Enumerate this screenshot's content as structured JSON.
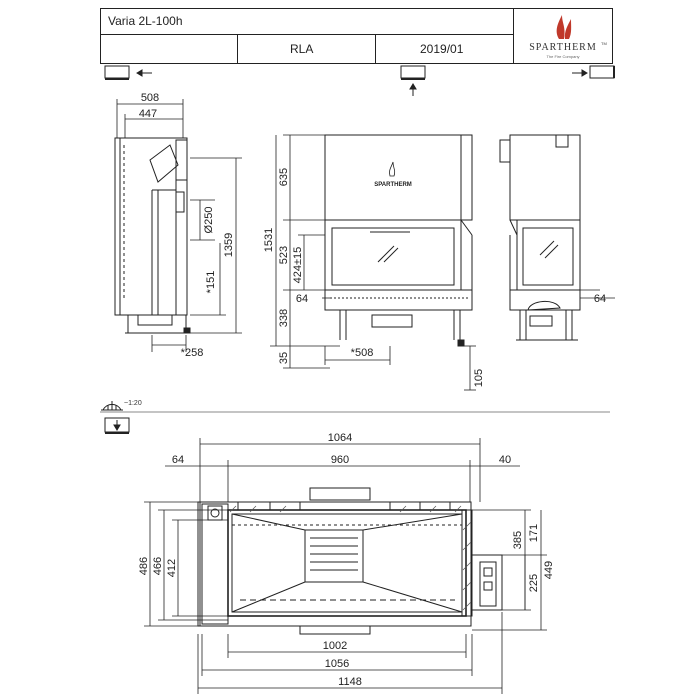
{
  "title_block": {
    "model": "Varia 2L-100h",
    "variant": "RLA",
    "date": "2019/01",
    "logo_text": "SPARTHERM",
    "logo_tagline": "The Fire Company"
  },
  "scale": "~1:20",
  "front_badge": "SPARTHERM",
  "dimensions": {
    "side_508": "508",
    "side_447": "447",
    "side_250": "Ø250",
    "side_1359": "1359",
    "side_151": "*151",
    "side_258": "*258",
    "front_635": "635",
    "front_1531": "1531",
    "front_523": "523",
    "front_424": "424±15",
    "front_338": "338",
    "front_64": "64",
    "front_35": "35",
    "front_508": "*508",
    "front_105": "105",
    "right_64": "64",
    "plan_1064": "1064",
    "plan_64": "64",
    "plan_960": "960",
    "plan_40": "40",
    "plan_486": "486",
    "plan_466": "466",
    "plan_412": "412",
    "plan_385": "385",
    "plan_171": "171",
    "plan_449": "449",
    "plan_225": "225",
    "plan_1002": "1002",
    "plan_1056": "1056",
    "plan_1148": "1148"
  },
  "colors": {
    "line": "#222222",
    "hatch": "#555555",
    "flame": "#c0392b"
  }
}
